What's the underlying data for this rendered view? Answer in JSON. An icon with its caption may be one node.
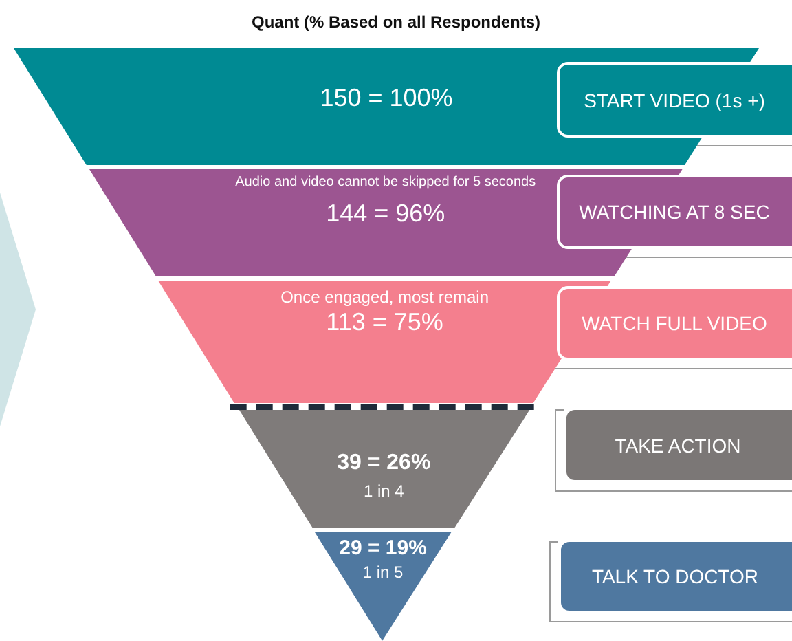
{
  "diagram": {
    "title": "Quant (% Based on all Respondents)",
    "nodes": [
      {
        "text": [
          "150 = 100%"
        ]
      },
      {
        "text": [
          "Audio and video cannot be skipped for 5 seconds",
          "144 = 96%"
        ]
      },
      {
        "text": [
          "Once engaged, most remain",
          "113 = 75%"
        ]
      },
      {
        "text": [
          "39 = 26%",
          "1 in 4"
        ]
      },
      {
        "text": [
          "29 = 19%",
          "1 in 5"
        ]
      },
      {
        "text": [
          "START VIDEO (1s +)"
        ]
      },
      {
        "text": [
          "WATCHING AT 8 SEC"
        ]
      },
      {
        "text": [
          "WATCH FULL VIDEO"
        ]
      },
      {
        "text": [
          "TAKE ACTION"
        ]
      },
      {
        "text": [
          "TALK TO DOCTOR"
        ]
      },
      {
        "text": [],
        "shape": "chevron"
      }
    ],
    "edges": []
  }
}
